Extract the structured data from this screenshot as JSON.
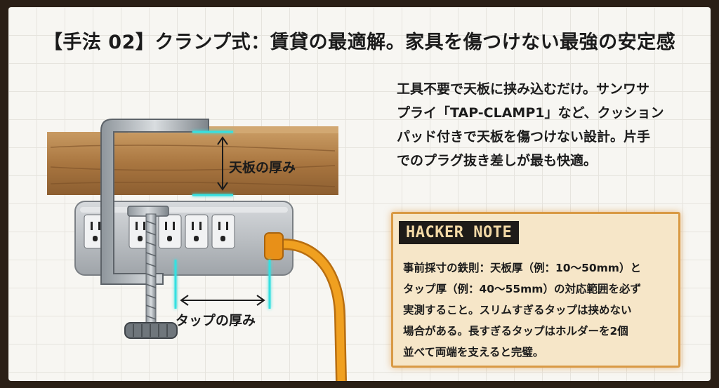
{
  "title": "【手法 02】クランプ式：賃貸の最適解。家具を傷つけない最強の安定感",
  "description_lines": [
    "工具不要で天板に挟み込むだけ。サンワサ",
    "プライ「TAP-CLAMP1」など、クッション",
    "パッド付きで天板を傷つけない設計。片手",
    "でのプラグ抜き差しが最も快適。"
  ],
  "labels": {
    "board_thickness": "天板の厚み",
    "tap_thickness": "タップの厚み"
  },
  "note": {
    "heading": "HACKER NOTE",
    "lines": [
      "事前採寸の鉄則：天板厚（例：10〜50mm）と",
      "タップ厚（例：40〜55mm）の対応範囲を必ず",
      "実測すること。スリムすぎるタップは挟めない",
      "場合がある。長すぎるタップはホルダーを2個",
      "並べて両端を支えると完璧。"
    ]
  },
  "colors": {
    "accent": "#d99a45",
    "highlight": "#36e0e0",
    "cable": "#f0a020",
    "wood": "#b9864f"
  }
}
